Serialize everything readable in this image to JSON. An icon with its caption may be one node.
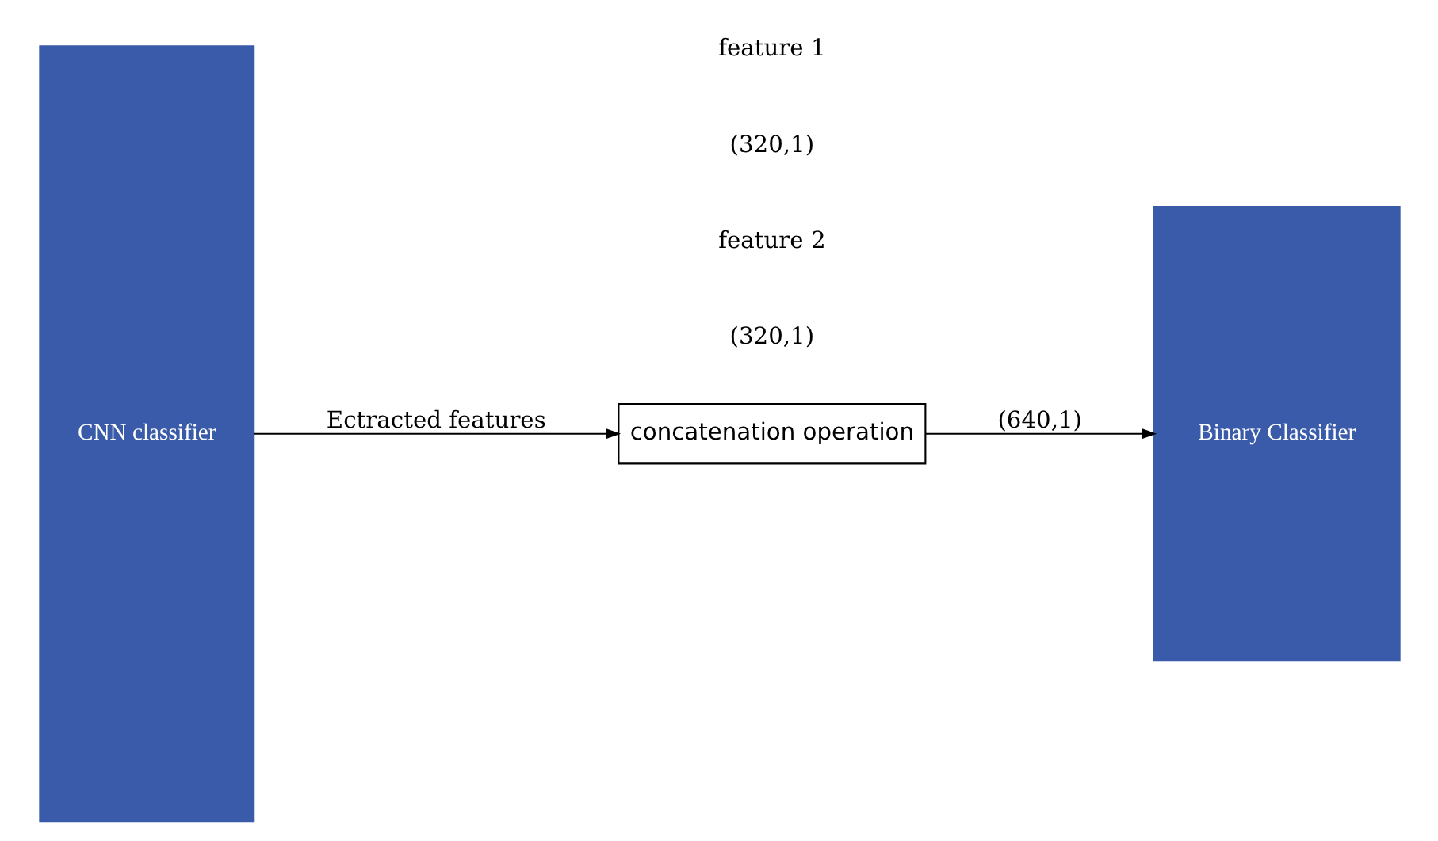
{
  "diagram": {
    "nodes": [
      {
        "text": [
          "CNN classifier"
        ]
      },
      {
        "text": [
          "Binary Classifier"
        ]
      },
      {
        "text": [
          "concatenation operation"
        ]
      }
    ],
    "edges": [
      {
        "from": 0,
        "to": 2,
        "arrow": "to",
        "label": "Ectracted features"
      },
      {
        "from": 2,
        "to": 1,
        "arrow": "to",
        "label": "(640,1)"
      }
    ],
    "labels": [
      "feature 1",
      "feature 2",
      "(320,1)",
      "(320,1)"
    ]
  }
}
